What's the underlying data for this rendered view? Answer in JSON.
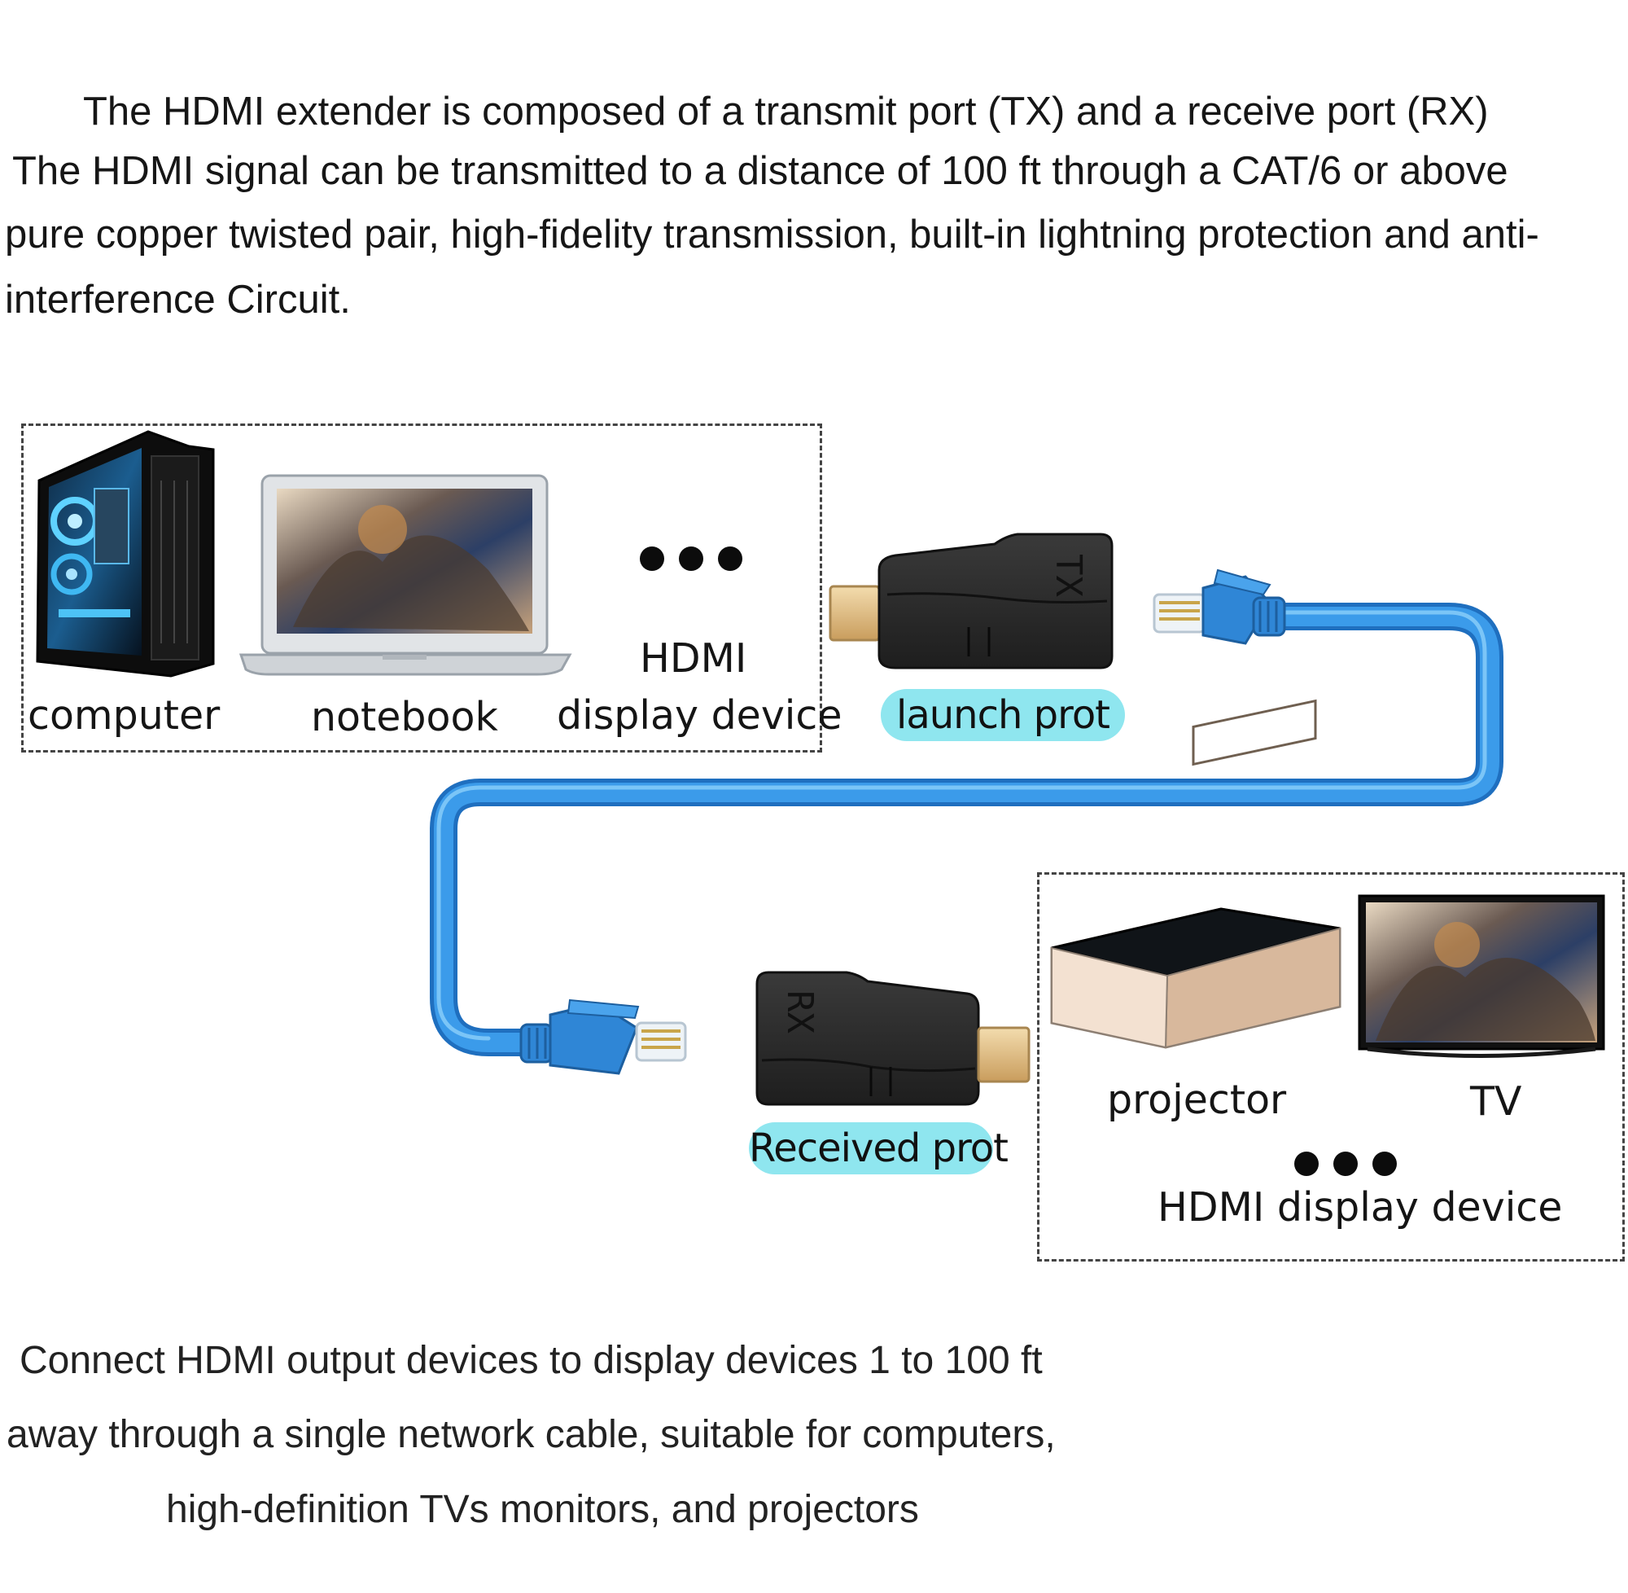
{
  "intro": {
    "lines": [
      "The HDMI extender is composed of a transmit port (TX) and a receive port (RX)",
      "The HDMI signal can be transmitted to a distance of 100 ft through a CAT/6 or above",
      "pure copper twisted pair, high-fidelity transmission, built-in lightning protection and anti-",
      "interference Circuit."
    ]
  },
  "source_group": {
    "computer_label": "computer",
    "notebook_label": "notebook",
    "hdmi_device_label_line1": "HDMI",
    "hdmi_device_label_line2": "display device"
  },
  "transmitter": {
    "port_text": "TX",
    "label": "launch prot"
  },
  "receiver": {
    "port_text": "RX",
    "label": "Received prot"
  },
  "display_group": {
    "projector_label": "projector",
    "tv_label": "TV",
    "hdmi_device_label": "HDMI display device"
  },
  "outro": {
    "lines": [
      "Connect HDMI output devices to display devices 1 to 100 ft",
      "away through a single network cable, suitable for computers,",
      "high-definition TVs monitors, and projectors"
    ]
  },
  "colors": {
    "cable": "#2f8fe0",
    "cable_highlight": "#7cc4f8",
    "label_pill": "#8fe6ef",
    "adapter_body": "#2b2b2b",
    "hdmi_plug": "#e6c58a"
  }
}
